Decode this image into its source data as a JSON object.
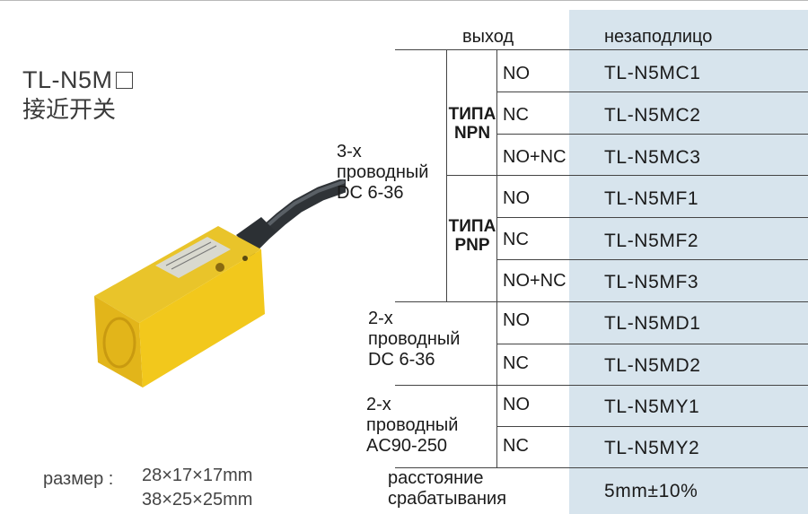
{
  "product": {
    "model_prefix": "TL-N5M",
    "subtitle": "接近开关",
    "size_label": "размер :",
    "sizes": [
      "28×17×17mm",
      "38×25×25mm"
    ]
  },
  "table": {
    "header_output": "выход",
    "header_flush": "незаподлицо",
    "groups": [
      {
        "lines": [
          "3-х",
          "проводный",
          "DC 6-36"
        ]
      },
      {
        "lines": [
          "2-х",
          "проводный",
          "DC 6-36"
        ]
      },
      {
        "lines": [
          "2-х",
          "проводный",
          "AC90-250"
        ]
      }
    ],
    "types": [
      {
        "lines": [
          "ТИПА",
          "NPN"
        ]
      },
      {
        "lines": [
          "ТИПА",
          "PNP"
        ]
      }
    ],
    "rows": [
      {
        "output": "NO",
        "model": "TL-N5MC1"
      },
      {
        "output": "NC",
        "model": "TL-N5MC2"
      },
      {
        "output": "NO+NC",
        "model": "TL-N5MC3"
      },
      {
        "output": "NO",
        "model": "TL-N5MF1"
      },
      {
        "output": "NC",
        "model": "TL-N5MF2"
      },
      {
        "output": "NO+NC",
        "model": "TL-N5MF3"
      },
      {
        "output": "NO",
        "model": "TL-N5MD1"
      },
      {
        "output": "NC",
        "model": "TL-N5MD2"
      },
      {
        "output": "NO",
        "model": "TL-N5MY1"
      },
      {
        "output": "NC",
        "model": "TL-N5MY2"
      }
    ],
    "distance_label": [
      "расстояние",
      "срабатывания"
    ],
    "distance_value": "5mm±10%"
  },
  "colors": {
    "sensor_body": "#f2c81c",
    "cable": "#3a3e42",
    "shade": "#d7e4ed"
  }
}
